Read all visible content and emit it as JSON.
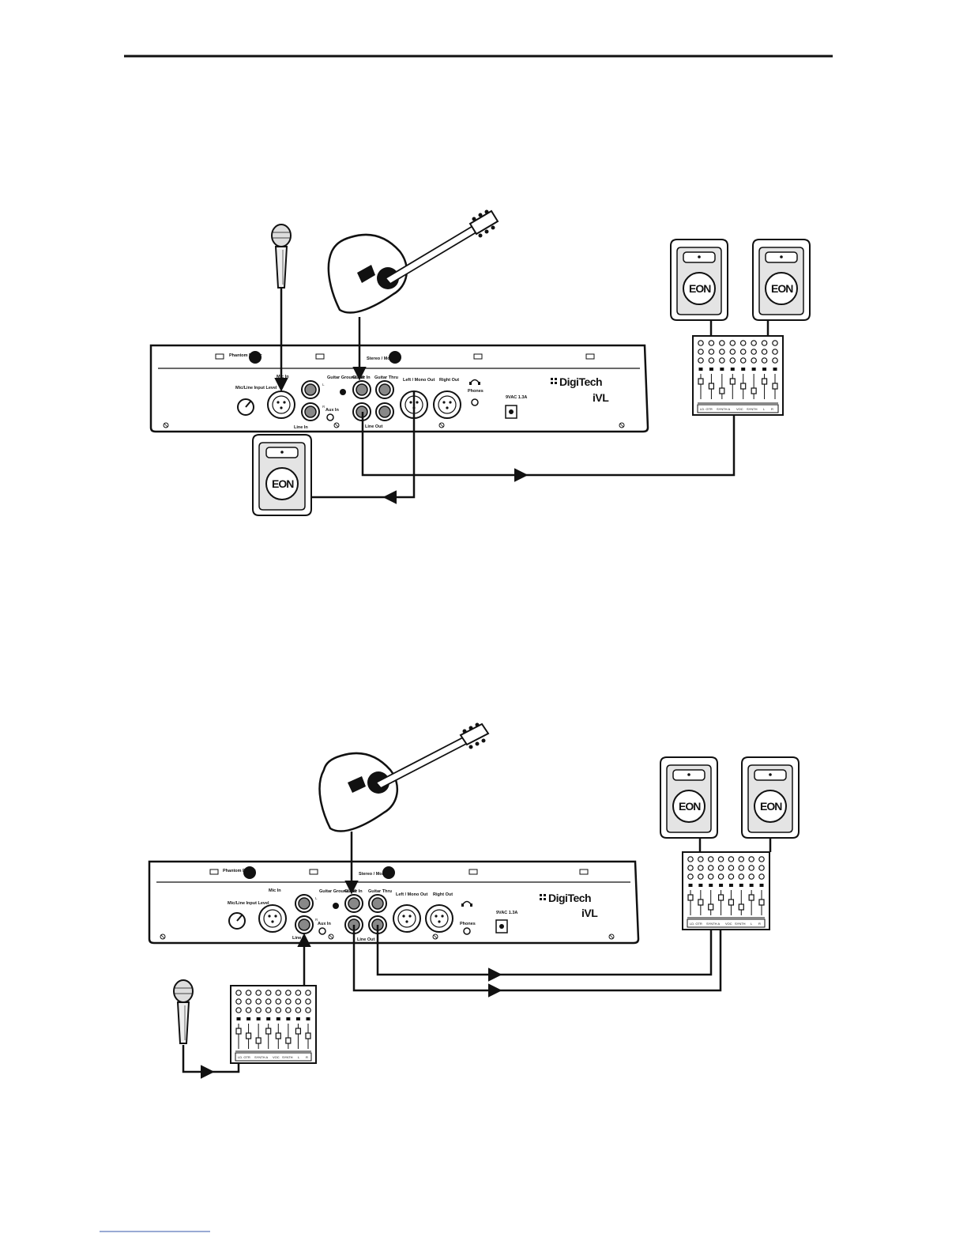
{
  "labels": {
    "phantom_power": "Phantom Power",
    "stereo_mono": "Stereo / Mono",
    "mic_in": "Mic In",
    "mic_line_input_level": "Mic/Line Input Level",
    "line_in": "Line In",
    "guitar_ground_lift": "Guitar Ground Lift",
    "guitar_in": "Guitar In",
    "guitar_thru": "Guitar Thru",
    "aux_in": "Aux In",
    "line_out": "Line Out",
    "left_mono_out": "Left / Mono Out",
    "right_out": "Right Out",
    "phones": "Phones",
    "power": "9VAC 1.3A",
    "brand": "DigiTech",
    "product": "iVL",
    "speaker_brand": "EON",
    "ch_L": "L",
    "ch_R": "R",
    "mixer_channels": [
      "LD. GTR",
      "SYNTH A",
      "VOC",
      "SYNTH",
      "L",
      "R"
    ]
  },
  "colors": {
    "ink": "#111111",
    "fill": "#e4e4e4",
    "jack": "#777777",
    "footer_rule": "#3355aa"
  }
}
